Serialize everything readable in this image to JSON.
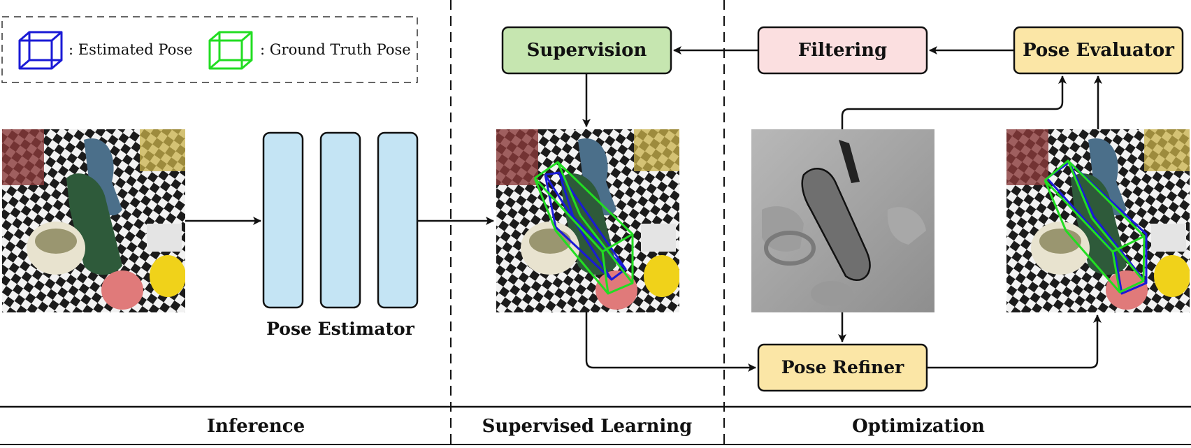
{
  "legend": {
    "estimated_label": ": Estimated Pose",
    "ground_truth_label": ": Ground Truth Pose"
  },
  "boxes": {
    "supervision": "Supervision",
    "filtering": "Filtering",
    "pose_evaluator": "Pose Evaluator",
    "pose_refiner": "Pose Refiner",
    "pose_estimator": "Pose Estimator"
  },
  "sections": {
    "inference": "Inference",
    "supervised_learning": "Supervised Learning",
    "optimization": "Optimization"
  },
  "colors": {
    "estimated_pose": "#1a1ad6",
    "ground_truth_pose": "#22dd22",
    "supervision_fill": "#c6e6b0",
    "filtering_fill": "#fbdfe0",
    "evaluator_fill": "#fbe6a6",
    "refiner_fill": "#fbe6a6",
    "estimator_fill": "#c4e4f4"
  }
}
